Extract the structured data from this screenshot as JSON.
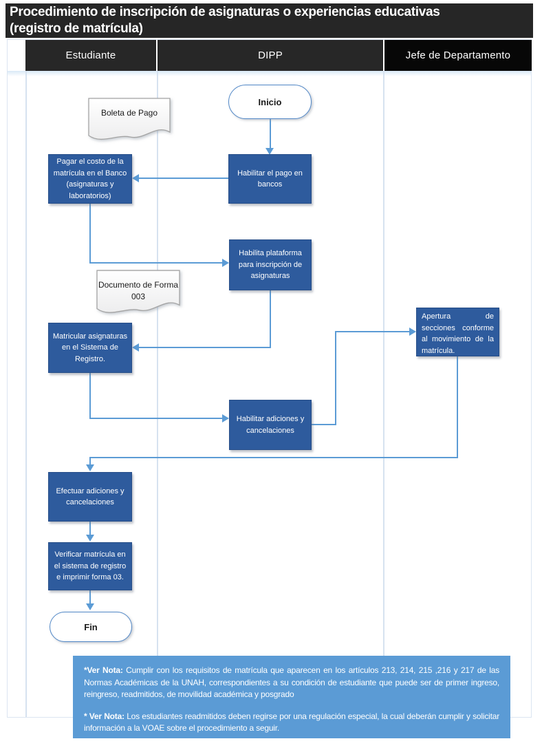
{
  "title": {
    "line1": "Procedimiento de inscripción de asignaturas o experiencias educativas",
    "line2": "(registro de matrícula)"
  },
  "lanes": {
    "estudiante": "Estudiante",
    "dipp": "DIPP",
    "jefe": "Jefe de Departamento"
  },
  "nodes": {
    "inicio": "Inicio",
    "fin": "Fin",
    "boleta_de_pago": "Boleta de Pago",
    "documento_forma_003": "Documento de Forma 003",
    "pagar_costo": "Pagar el costo de la matrícula en el Banco (asignaturas y laboratorios)",
    "habilitar_pago": "Habilitar el pago en bancos",
    "habilita_plataforma": "Habilita plataforma para inscripción de asignaturas",
    "matricular": "Matricular asignaturas en el Sistema de Registro.",
    "apertura_secciones": "Apertura de secciones conforme al movimiento de la matrícula.",
    "habilitar_adiciones": "Habilitar adiciones y cancelaciones",
    "efectuar_adiciones": "Efectuar adiciones y cancelaciones",
    "verificar_matricula": "Verificar matrícula en el sistema de registro e imprimir forma 03."
  },
  "notes": {
    "note1_label": "*Ver Nota:",
    "note1_text": "  Cumplir con los requisitos de matrícula que aparecen en los artículos 213, 214, 215 ,216 y 217 de las Normas Académicas de la UNAH, correspondientes a su condición de estudiante que puede ser de primer ingreso, reingreso, readmitidos, de movilidad académica y posgrado",
    "note2_label": "* Ver Nota:",
    "note2_text": " Los estudiantes readmitidos deben regirse por una regulación especial, la cual deberán cumplir y solicitar información a la VOAE sobre el procedimiento a seguir."
  },
  "colors": {
    "process_fill": "#2E5B9D",
    "connector": "#5B9BD5",
    "note_fill": "#5B9BD5",
    "header_bg": "#272727",
    "jefe_header_bg": "#070707",
    "terminal_border": "#4f86c6",
    "lane_line": "#d6e2f0",
    "title_bg": "#262626"
  }
}
